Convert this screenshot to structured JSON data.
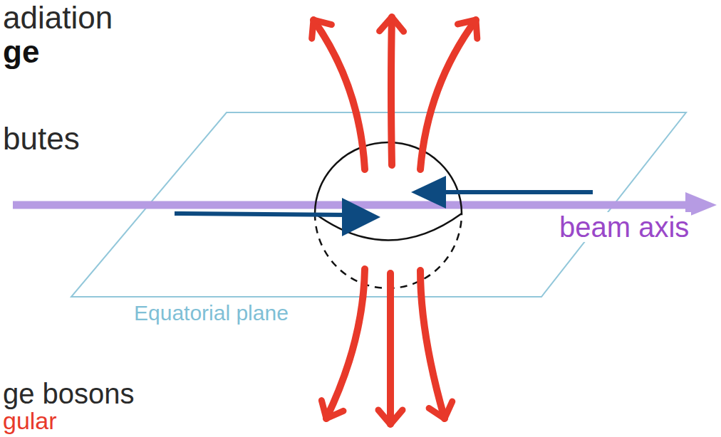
{
  "diagram": {
    "labels": [
      "adiation",
      "ge",
      "butes",
      "beam axis",
      "Equatorial plane",
      "ge bosons",
      "gular"
    ]
  }
}
